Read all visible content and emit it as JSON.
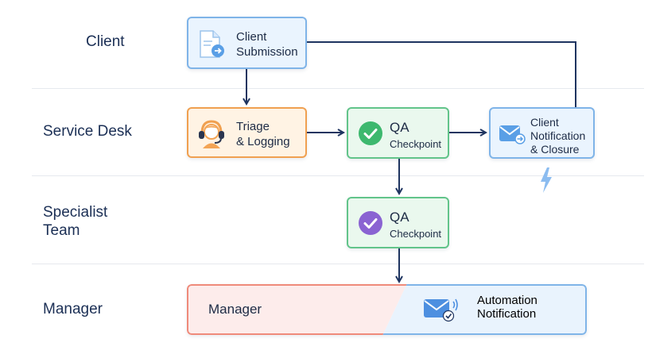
{
  "lanes": [
    "Client",
    "Service Desk",
    "Specialist\nTeam",
    "Manager"
  ],
  "nodes": {
    "client_submission": "Client\nSubmission",
    "triage": "Triage\n& Logging",
    "qa_service": {
      "title": "QA",
      "subtitle": "Checkpoint"
    },
    "client_notification": "Client\nNotification\n& Closure",
    "qa_specialist": {
      "title": "QA",
      "subtitle": "Checkpoint"
    },
    "manager": "Manager",
    "automation": "Automation\nNotification"
  },
  "colors": {
    "edge": "#1e3460",
    "blue_border": "#7fb4e8",
    "orange_border": "#f0a050",
    "green_border": "#62c48a",
    "red_border": "#ef8a7a",
    "check_green": "#3db86e",
    "check_purple": "#8a63d2",
    "lightning": "#7fb4e8"
  },
  "icons": [
    "document-arrow-icon",
    "headset-agent-icon",
    "check-circle-icon",
    "envelope-notification-icon",
    "lightning-icon",
    "envelope-check-icon"
  ]
}
